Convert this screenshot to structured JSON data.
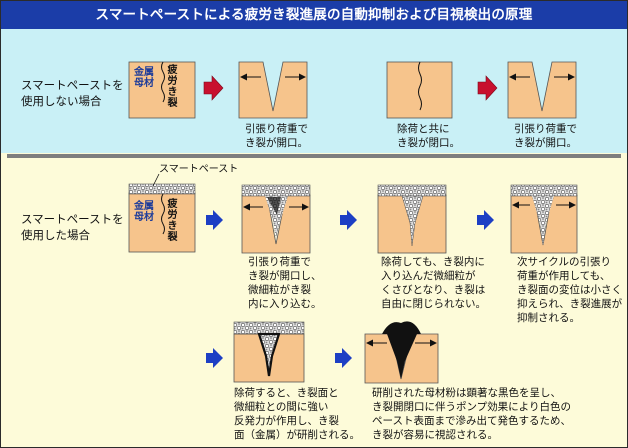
{
  "title": "スマートペーストによる疲労き裂進展の自動抑制および目視検出の原理",
  "rows": {
    "without": "スマートペーストを\n使用しない場合",
    "with": "スマートペーストを\n使用した場合"
  },
  "labels": {
    "metal": "金属\n母材",
    "crack": "疲労き裂",
    "paste": "スマートペースト"
  },
  "captions": {
    "top1": "引張り荷重で\nき裂が開口。",
    "top2": "除荷と共に\nき裂が閉口。",
    "top3": "引張り荷重で\nき裂が開口。",
    "mid1": "引張り荷重で\nき裂が開口し、\n微細粒がき裂\n内に入り込む。",
    "mid2": "除荷しても、き裂内に\n入り込んだ微細粒が\nくさびとなり、き裂は\n自由に閉じられない。",
    "mid3": "次サイクルの引張り\n荷重が作用しても、\nき裂面の変位は小さく\n抑えられ、き裂進展が\n抑制される。",
    "bot1": "除荷すると、き裂面と\n微細粒との間に強い\n反発力が作用し、き裂\n面（金属）が研削される。",
    "bot2": "研削された母材粉は顕著な黒色を呈し、\nき裂開閉口に伴うポンプ効果により白色の\nペースト表面まで滲み出て発色するため、\nき裂が容易に視認される。"
  },
  "colors": {
    "title_bg": "#1b3da8",
    "top_bg": "#c9f0f6",
    "bottom_bg": "#fdfbd9",
    "metal": "#f6c48c",
    "red_arrow": "#c8102e",
    "blue_arrow": "#1d3fc4"
  }
}
